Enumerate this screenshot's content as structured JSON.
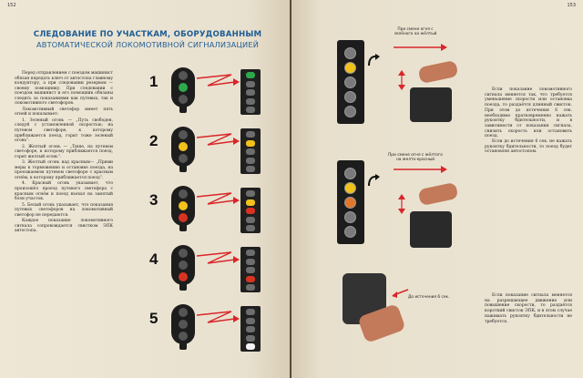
{
  "pages": {
    "left_number": "152",
    "right_number": "153"
  },
  "heading": {
    "line1": "Следование по участкам, оборудованным",
    "line2": "автоматической локомотивной сигнализацией"
  },
  "left_text": [
    "Перед отправлением с поездом машинист обязан передать ключ от автостопа главному кондуктору, а при следовании резервом — своему помощнику. При следовании с поездом машинист и его помощник обязаны следить за показаниями как путевых, так и локомотивного светофоров.",
    "Локомотивный светофор имеет пять огней и показывает:",
    "1. Зеленый огонь — „Путь свободен, следуй с установленной скоростью; на путевом светофоре, к которому приближается поезд, горит тоже зеленый огонь“.",
    "2. Желтый огонь — „Тише, на путевом светофоре, к которому приближается поезд, горит желтый огонь“.",
    "3. Желтый огонь над красным— „Прими меры к торможению и остановке поезда, на проезжаемом путевом светофоре с красным огнём, к которому приближается поезд“.",
    "4. Красный огонь указывает, что произошёл проезд путевого светофора с красным огнём и поезд въехал на занятый блок-участок.",
    "5. Белый огонь указывает, что показания путевых светофоров на локомотивный светофор не передаются.",
    "Каждое показание локомотивного сигнала сопровождается свистком ЭПК автостопа."
  ],
  "signals": [
    {
      "number": "1",
      "lamp_colors": [
        "#555555",
        "#2ea84b",
        "#555555"
      ],
      "panel": [
        "on-green",
        "",
        "",
        "",
        ""
      ]
    },
    {
      "number": "2",
      "lamp_colors": [
        "#555555",
        "#f2c21b",
        "#555555"
      ],
      "panel": [
        "",
        "on-yellow",
        "",
        "",
        ""
      ]
    },
    {
      "number": "3",
      "lamp_colors": [
        "#555555",
        "#f2c21b",
        "#d83322"
      ],
      "panel": [
        "",
        "on-yellow",
        "on-red",
        "",
        ""
      ]
    },
    {
      "number": "4",
      "lamp_colors": [
        "#555555",
        "#555555",
        "#d83322"
      ],
      "panel": [
        "",
        "",
        "",
        "on-red",
        ""
      ]
    },
    {
      "number": "5",
      "lamp_colors": [
        "#555555",
        "#555555",
        "#555555"
      ],
      "panel": [
        "",
        "",
        "",
        "",
        "on-white"
      ]
    }
  ],
  "right": {
    "label_top_1": "При смене огня с зелёного на жёлтый",
    "label_top_2": "При смене огня с жёлтого на желто-красный",
    "label_bottom": "До истечения 6 сек.",
    "text_1": [
      "Если показание локомотивного сигнала меняется так, что требуется уменьшение скорости или остановка поезда, то раздаётся длинный свисток. При этом до истечения 6 сек. необходимо кратковременно нажать рукоятку бдительности, и в зависимости от показания сигнала, снизить скорость или остановить поезд.",
      "Если до истечения 6 сек. не нажать рукоятку бдительности, то поезд будет остановлен автостопом."
    ],
    "text_2": [
      "Если показание сигнала меняется на разрешающее движение или повышение скорости, то раздаётся короткий свисток ЭПК, и в этом случае нажимать рукоятку бдительности не требуется."
    ]
  },
  "colors": {
    "heading": "#1e5d96",
    "arrow": "#d8262a"
  }
}
